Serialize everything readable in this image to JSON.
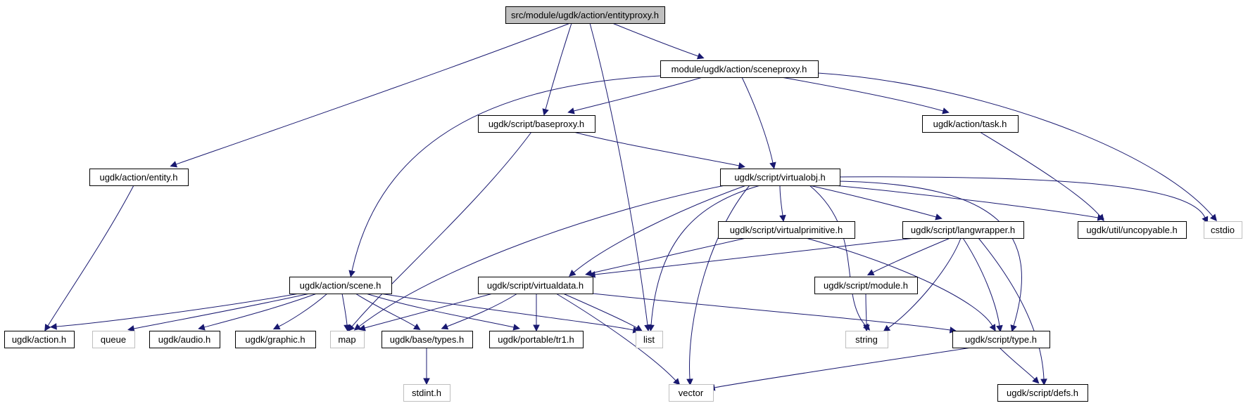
{
  "diagram": {
    "type": "include-dependency-graph",
    "colors": {
      "edge": "#191970",
      "root_fill": "#bfbfbf",
      "node_border": "#000000",
      "system_border": "#bfbfbf"
    },
    "nodes": [
      {
        "id": "entityproxy",
        "label": "src/module/ugdk/action/entityproxy.h",
        "kind": "root"
      },
      {
        "id": "sceneproxy",
        "label": "module/ugdk/action/sceneproxy.h",
        "kind": "header"
      },
      {
        "id": "baseproxy",
        "label": "ugdk/script/baseproxy.h",
        "kind": "header"
      },
      {
        "id": "task",
        "label": "ugdk/action/task.h",
        "kind": "header"
      },
      {
        "id": "entity",
        "label": "ugdk/action/entity.h",
        "kind": "header"
      },
      {
        "id": "virtualobj",
        "label": "ugdk/script/virtualobj.h",
        "kind": "header"
      },
      {
        "id": "virtualprimitive",
        "label": "ugdk/script/virtualprimitive.h",
        "kind": "header"
      },
      {
        "id": "langwrapper",
        "label": "ugdk/script/langwrapper.h",
        "kind": "header"
      },
      {
        "id": "uncopyable",
        "label": "ugdk/util/uncopyable.h",
        "kind": "header"
      },
      {
        "id": "cstdio",
        "label": "cstdio",
        "kind": "system"
      },
      {
        "id": "scene",
        "label": "ugdk/action/scene.h",
        "kind": "header"
      },
      {
        "id": "virtualdata",
        "label": "ugdk/script/virtualdata.h",
        "kind": "header"
      },
      {
        "id": "module",
        "label": "ugdk/script/module.h",
        "kind": "header"
      },
      {
        "id": "action",
        "label": "ugdk/action.h",
        "kind": "header"
      },
      {
        "id": "queue",
        "label": "queue",
        "kind": "system"
      },
      {
        "id": "audio",
        "label": "ugdk/audio.h",
        "kind": "header"
      },
      {
        "id": "graphic",
        "label": "ugdk/graphic.h",
        "kind": "header"
      },
      {
        "id": "map",
        "label": "map",
        "kind": "system"
      },
      {
        "id": "types",
        "label": "ugdk/base/types.h",
        "kind": "header"
      },
      {
        "id": "tr1",
        "label": "ugdk/portable/tr1.h",
        "kind": "header"
      },
      {
        "id": "list",
        "label": "list",
        "kind": "system"
      },
      {
        "id": "string",
        "label": "string",
        "kind": "system"
      },
      {
        "id": "type",
        "label": "ugdk/script/type.h",
        "kind": "header"
      },
      {
        "id": "stdint",
        "label": "stdint.h",
        "kind": "system"
      },
      {
        "id": "vector",
        "label": "vector",
        "kind": "system"
      },
      {
        "id": "defs",
        "label": "ugdk/script/defs.h",
        "kind": "header"
      }
    ],
    "edges": [
      [
        "entityproxy",
        "sceneproxy"
      ],
      [
        "entityproxy",
        "baseproxy"
      ],
      [
        "entityproxy",
        "entity"
      ],
      [
        "entityproxy",
        "list"
      ],
      [
        "sceneproxy",
        "baseproxy"
      ],
      [
        "sceneproxy",
        "task"
      ],
      [
        "sceneproxy",
        "virtualobj"
      ],
      [
        "sceneproxy",
        "cstdio"
      ],
      [
        "sceneproxy",
        "scene"
      ],
      [
        "baseproxy",
        "virtualobj"
      ],
      [
        "baseproxy",
        "map"
      ],
      [
        "task",
        "uncopyable"
      ],
      [
        "entity",
        "action"
      ],
      [
        "virtualobj",
        "virtualprimitive"
      ],
      [
        "virtualobj",
        "langwrapper"
      ],
      [
        "virtualobj",
        "uncopyable"
      ],
      [
        "virtualobj",
        "cstdio"
      ],
      [
        "virtualobj",
        "virtualdata"
      ],
      [
        "virtualobj",
        "map"
      ],
      [
        "virtualobj",
        "list"
      ],
      [
        "virtualobj",
        "vector"
      ],
      [
        "virtualobj",
        "string"
      ],
      [
        "virtualobj",
        "type"
      ],
      [
        "virtualprimitive",
        "virtualdata"
      ],
      [
        "virtualprimitive",
        "type"
      ],
      [
        "langwrapper",
        "virtualdata"
      ],
      [
        "langwrapper",
        "module"
      ],
      [
        "langwrapper",
        "string"
      ],
      [
        "langwrapper",
        "type"
      ],
      [
        "langwrapper",
        "defs"
      ],
      [
        "scene",
        "action"
      ],
      [
        "scene",
        "queue"
      ],
      [
        "scene",
        "audio"
      ],
      [
        "scene",
        "graphic"
      ],
      [
        "scene",
        "map"
      ],
      [
        "scene",
        "types"
      ],
      [
        "scene",
        "tr1"
      ],
      [
        "scene",
        "list"
      ],
      [
        "virtualdata",
        "map"
      ],
      [
        "virtualdata",
        "types"
      ],
      [
        "virtualdata",
        "tr1"
      ],
      [
        "virtualdata",
        "list"
      ],
      [
        "virtualdata",
        "vector"
      ],
      [
        "virtualdata",
        "type"
      ],
      [
        "module",
        "string"
      ],
      [
        "types",
        "stdint"
      ],
      [
        "type",
        "vector"
      ],
      [
        "type",
        "defs"
      ]
    ]
  }
}
